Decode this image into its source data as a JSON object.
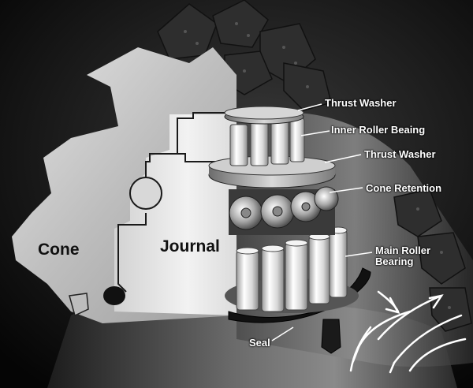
{
  "labels": {
    "thrust_washer_top": "Thrust Washer",
    "inner_roller": "Inner Roller Beaing",
    "thrust_washer_mid": "Thrust Washer",
    "cone_retention": "Cone Retention",
    "main_roller_line1": "Main Roller",
    "main_roller_line2": "Bearing",
    "seal": "Seal",
    "cone": "Cone",
    "journal": "Journal"
  },
  "colors": {
    "background": "#0e0e0e",
    "cone_body": "#c9c9c9",
    "teeth": "#2f2f2f",
    "roller": "#e6e6e6",
    "label_text": "#ffffff",
    "body_text": "#111111"
  }
}
